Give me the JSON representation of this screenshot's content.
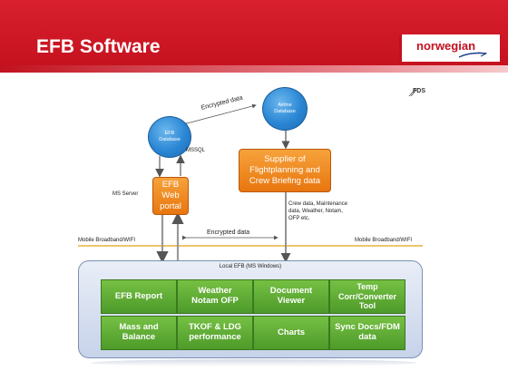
{
  "slide": {
    "title": "EFB Software",
    "brand": "norwegian",
    "badge": "FDS"
  },
  "nodes": {
    "efb_database": "EFB\nDatabase",
    "airline_database": "Airline\nDatabase",
    "efb_web_portal": "EFB\nWeb\nportal",
    "supplier": "Supplier of\nFlightplanning and\nCrew Briefing data"
  },
  "labels": {
    "encrypted_top": "Encrypted data",
    "mssql": "MSSQL",
    "ms_server": "MS Server",
    "encrypted_mid": "Encrypted data",
    "crew_data": "Crew data, Maintenance\ndata, Weather, Notam,\nOFP etc.",
    "network_left": "Mobile Broadband/WIFI",
    "network_right": "Mobile Broadband/WIFI",
    "local_efb": "Local EFB (MS Windows)"
  },
  "modules": [
    "EFB Report",
    "Weather\nNotam OFP",
    "Document\nViewer",
    "Temp\nCorr/Converter\nTool",
    "Mass and\nBalance",
    "TKOF & LDG\nperformance",
    "Charts",
    "Sync Docs/FDM\ndata"
  ],
  "colors": {
    "header_red": "#c4101e",
    "module_green": "#5aab33",
    "portal_orange": "#f18a1f",
    "database_blue": "#2b86d4",
    "network_line": "#e8b23a"
  },
  "icons": {
    "brand_swoosh": "swoosh-icon",
    "badge": "fds-logo-icon"
  }
}
